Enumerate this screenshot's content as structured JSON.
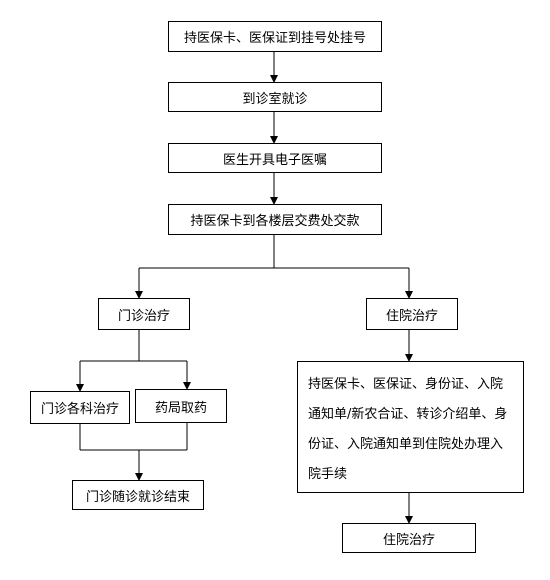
{
  "steps": {
    "register": "持医保卡、医保证到挂号处挂号",
    "consult": "到诊室就诊",
    "prescription": "医生开具电子医嘱",
    "payment": "持医保卡到各楼层交费处交款"
  },
  "outpatient": {
    "title": "门诊治疗",
    "treatment": "门诊各科治疗",
    "pharmacy": "药局取药",
    "end": "门诊随诊就诊结束"
  },
  "inpatient": {
    "title": "住院治疗",
    "procedure": "持医保卡、医保证、身份证、入院通知单/新农合证、转诊介绍单、身份证、入院通知单到住院处办理入院手续",
    "result": "住院治疗"
  }
}
